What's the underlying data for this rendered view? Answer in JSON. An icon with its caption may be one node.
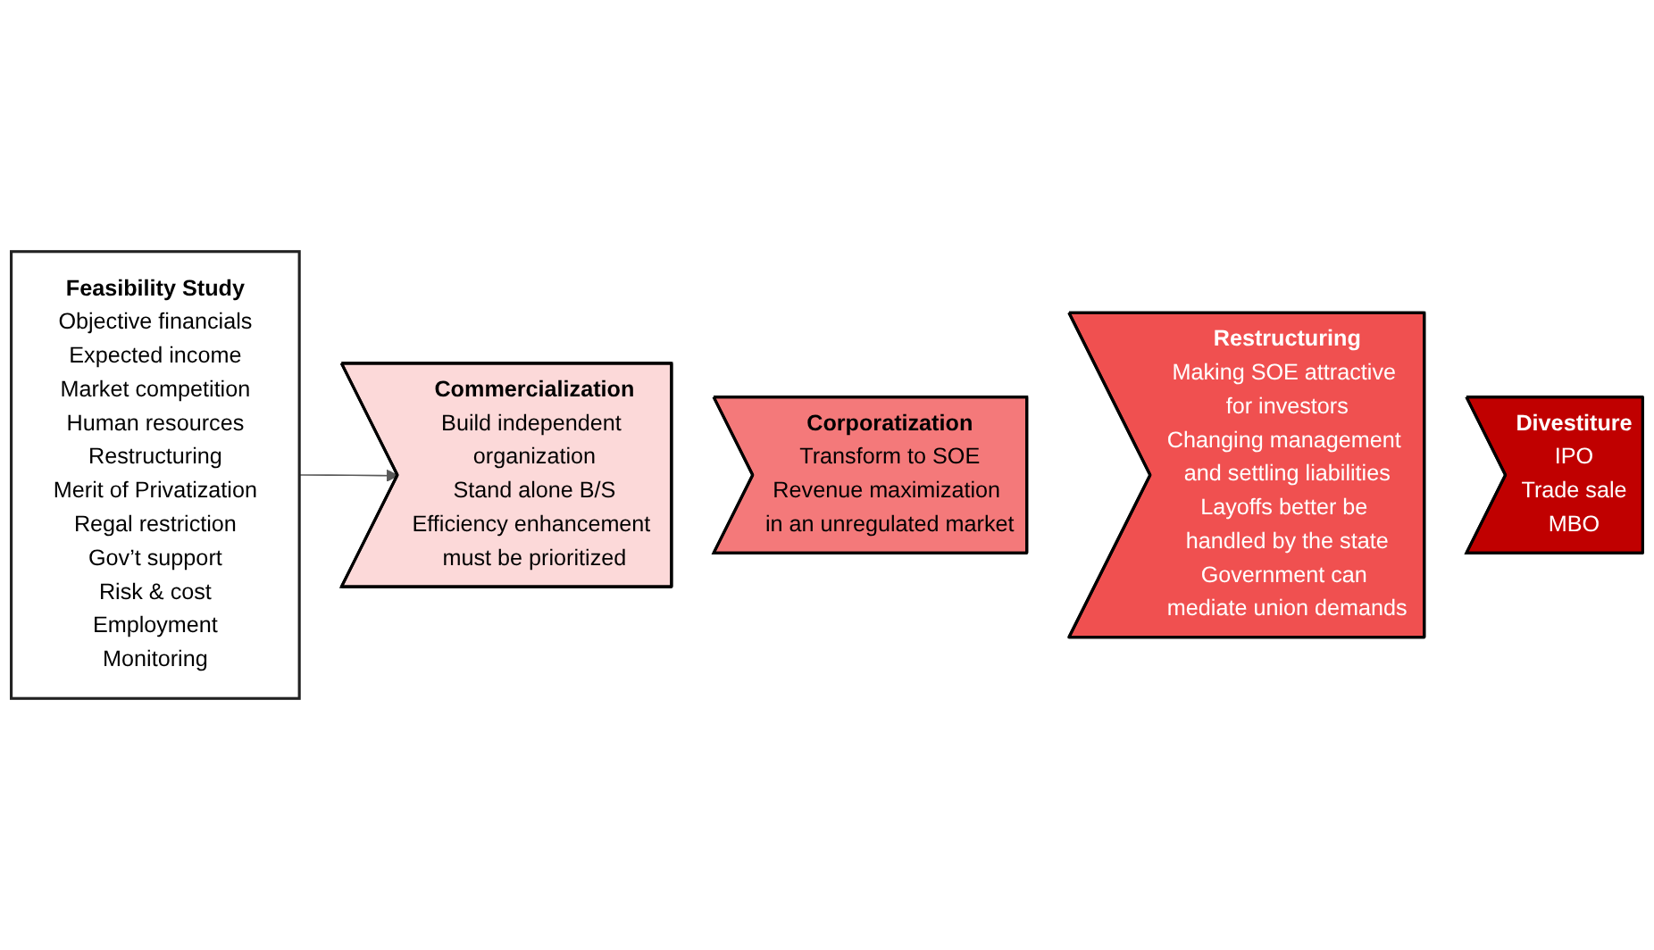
{
  "diagram": {
    "nodes": [
      {
        "text": [
          "Feasibility Study",
          "Objective financials",
          "Expected income",
          "Market competition",
          "Human resources",
          "Restructuring",
          "Merit of Privatization",
          "Regal restriction",
          "Gov’t support",
          "Risk & cost",
          "Employment",
          "Monitoring"
        ]
      },
      {
        "text": [
          "Commercialization",
          "Build independent organization",
          "Stand alone B/S",
          "Efficiency enhancement must be prioritized"
        ]
      },
      {
        "text": [
          "Corporatization",
          "Transform to SOE",
          "Revenue maximization in an unregulated market"
        ]
      },
      {
        "text": [
          "Restructuring",
          "Making SOE attractive for investors",
          "Changing management and settling liabilities",
          "Layoffs better be handled by the state",
          "Government can mediate union demands"
        ]
      },
      {
        "text": [
          "Divestiture",
          "IPO",
          "Trade sale",
          "MBO"
        ]
      }
    ],
    "edges": [
      {
        "from": 0,
        "to": 1,
        "arrow": "to"
      }
    ]
  }
}
